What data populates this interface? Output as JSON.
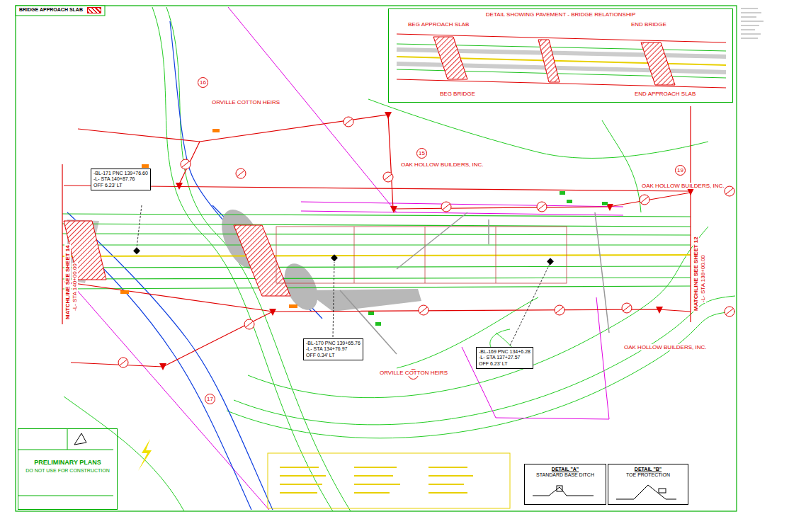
{
  "diagram": {
    "nodes": [
      {
        "text": [
          "DETAIL SHOWING PAVEMENT - BRIDGE RELATIONSHIP"
        ]
      },
      {
        "text": [
          "-BL-171 PNC 139+76.60",
          "-L- STA 140+87.76",
          "OFF 6.23' LT"
        ]
      },
      {
        "text": [
          "-BL-170 PNC 139+65.76",
          "-L- STA 134+76.97",
          "OFF 0.34' LT"
        ]
      },
      {
        "text": [
          "-BL-169 PNC 134+6.28",
          "-L- STA 137+27.57",
          "OFF 6.23' LT"
        ]
      },
      {
        "text": [
          "DETAIL \"A\"",
          "STANDARD BASE DITCH"
        ]
      },
      {
        "text": [
          "DETAIL \"B\"",
          "TOE PROTECTION"
        ]
      },
      {
        "text": [
          "PRELIMINARY PLANS",
          "DO NOT USE FOR CONSTRUCTION"
        ]
      },
      {
        "text": [
          "16"
        ]
      },
      {
        "text": [
          "15"
        ]
      },
      {
        "text": [
          "19"
        ]
      },
      {
        "text": [
          "17"
        ]
      },
      {
        "text": [
          "18"
        ]
      }
    ],
    "labels": [
      "MATCHLINE SEE SHEET 14",
      "-L- STA 140+00.00",
      "MATCHLINE SEE SHEET 12",
      "-L- STA 138+00.00",
      "OAK HOLLOW BUILDERS, INC.",
      "OAK HOLLOW BUILDERS, INC.",
      "OAK HOLLOW BUILDERS, INC.",
      "ORVILLE COTTON HEIRS",
      "ORVILLE COTTON HEIRS",
      "BEG APPROACH SLAB",
      "END BRIDGE",
      "BEG BRIDGE",
      "END APPROACH SLAB"
    ],
    "legend": [
      {
        "text": "BRIDGE APPROACH SLAB"
      }
    ]
  }
}
